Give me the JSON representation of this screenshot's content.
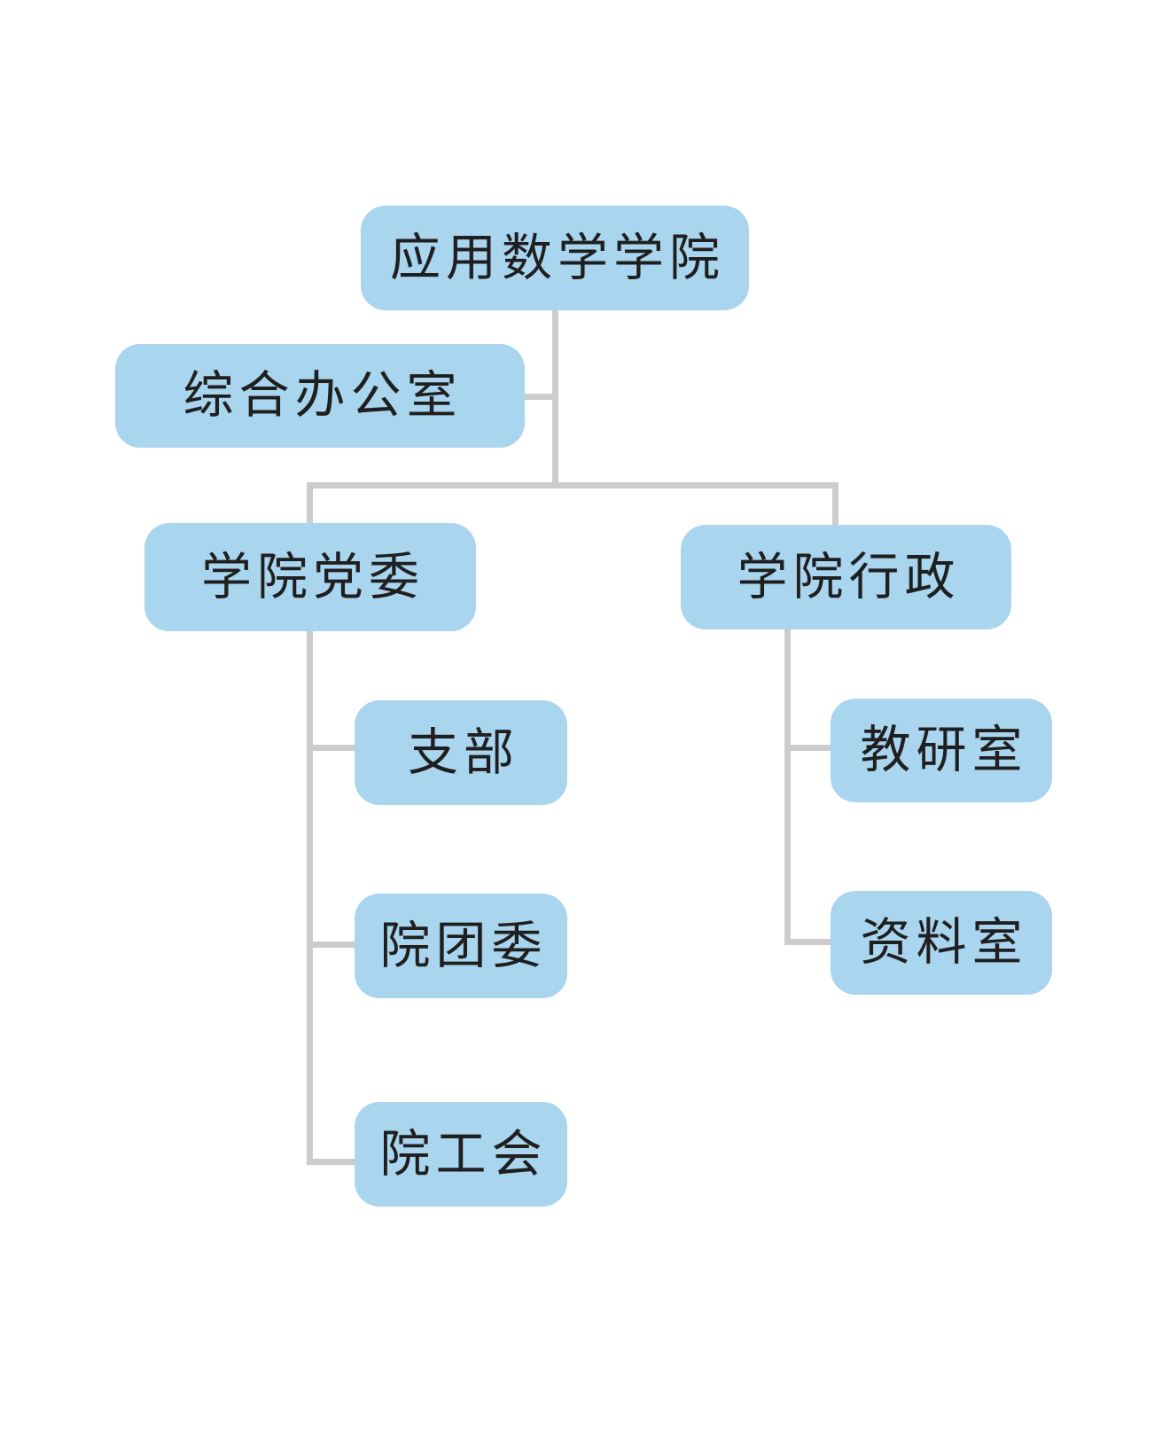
{
  "org": {
    "root": {
      "label": "应用数学学院"
    },
    "office": {
      "label": "综合办公室"
    },
    "branches": [
      {
        "label": "学院党委",
        "children": [
          {
            "label": "支部"
          },
          {
            "label": "院团委"
          },
          {
            "label": "院工会"
          }
        ]
      },
      {
        "label": "学院行政",
        "children": [
          {
            "label": "教研室"
          },
          {
            "label": "资料室"
          }
        ]
      }
    ],
    "colors": {
      "node_fill": "#a9d5ef",
      "connector": "#cccccc",
      "text": "#1f1f1f",
      "background": "#ffffff"
    }
  }
}
